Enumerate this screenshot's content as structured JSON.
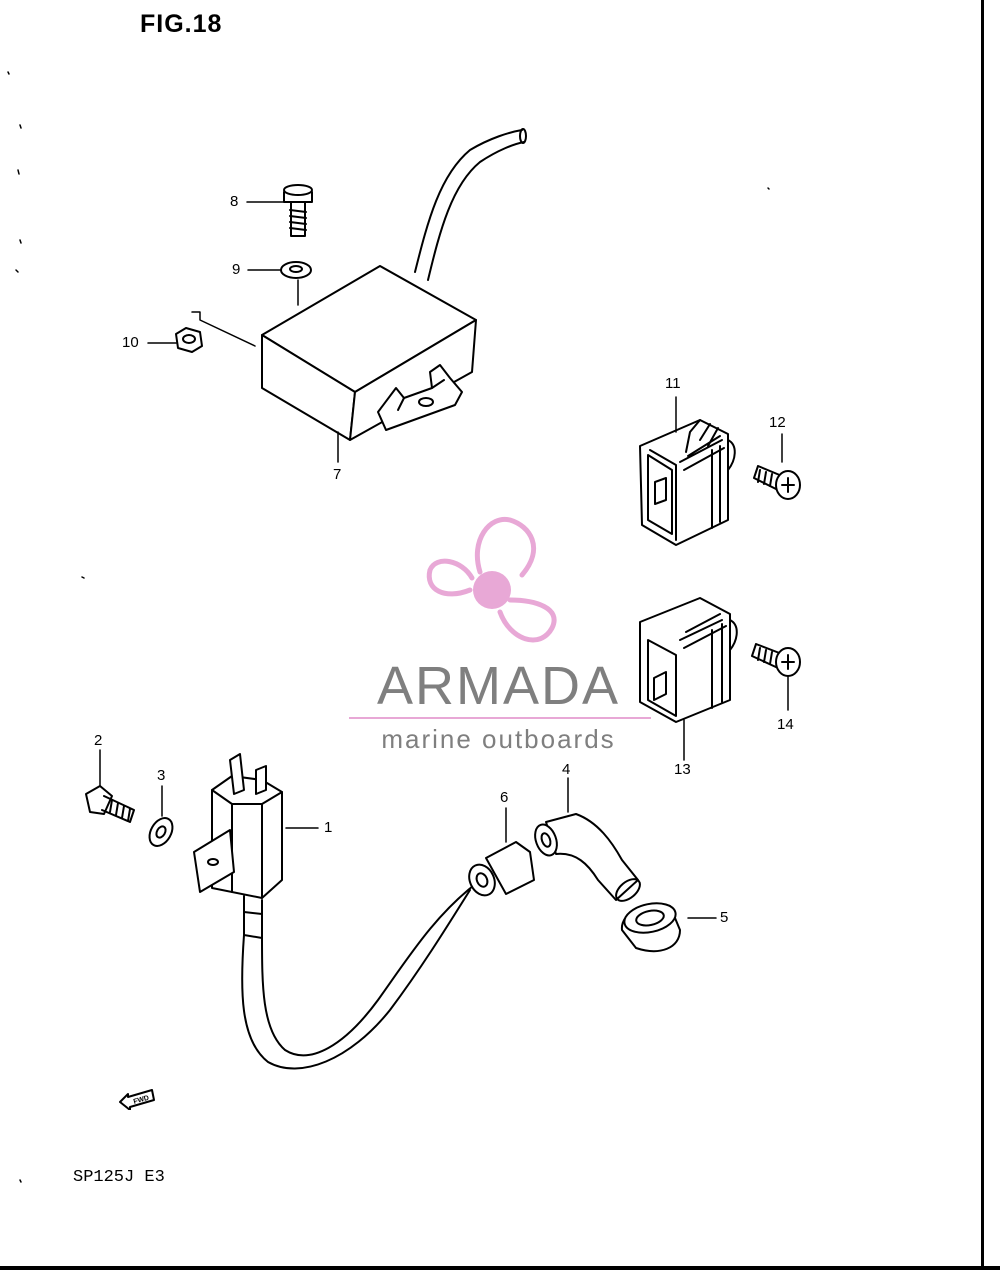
{
  "figure": {
    "title": "FIG.18",
    "model": "SP125J  E3"
  },
  "watermark": {
    "name": "ARMADA",
    "tagline": "marine outboards",
    "accent_color": "#e8a8d6",
    "text_color": "#7f7f7f"
  },
  "fwd_label": "FWD",
  "callouts": [
    "1",
    "2",
    "3",
    "4",
    "5",
    "6",
    "7",
    "8",
    "9",
    "10",
    "11",
    "12",
    "13",
    "14"
  ],
  "parts": [
    {
      "ref": "1",
      "name": "ignition-coil"
    },
    {
      "ref": "2",
      "name": "bolt"
    },
    {
      "ref": "3",
      "name": "washer"
    },
    {
      "ref": "4",
      "name": "plug-cap"
    },
    {
      "ref": "5",
      "name": "cap-seal"
    },
    {
      "ref": "6",
      "name": "cord-boot"
    },
    {
      "ref": "7",
      "name": "cdi-unit"
    },
    {
      "ref": "8",
      "name": "bolt"
    },
    {
      "ref": "9",
      "name": "washer"
    },
    {
      "ref": "10",
      "name": "nut"
    },
    {
      "ref": "11",
      "name": "rectifier"
    },
    {
      "ref": "12",
      "name": "screw"
    },
    {
      "ref": "13",
      "name": "regulator"
    },
    {
      "ref": "14",
      "name": "screw"
    }
  ]
}
